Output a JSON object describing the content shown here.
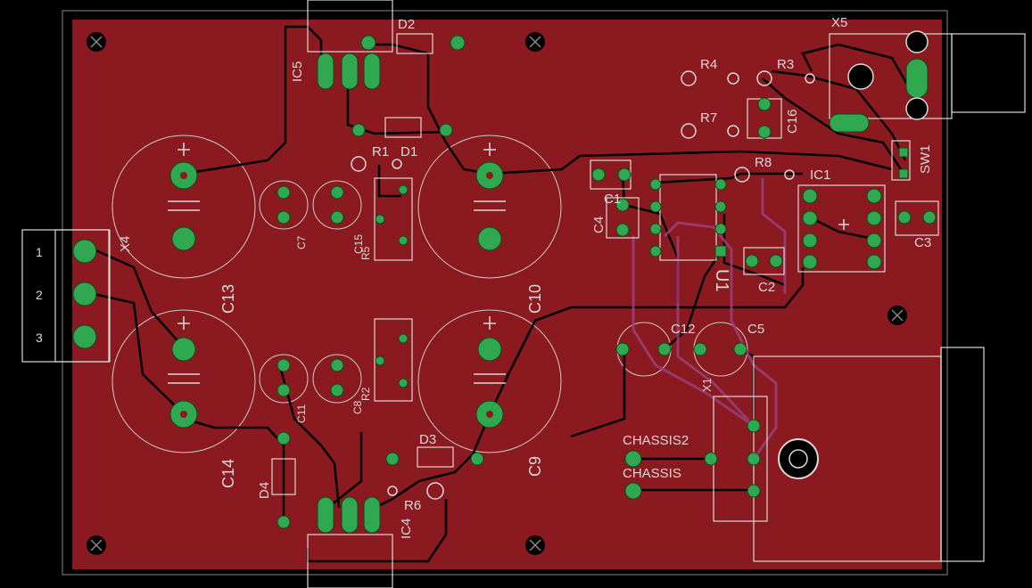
{
  "app": {
    "view": "EAGLE board layout"
  },
  "colors": {
    "background": "#000000",
    "board_fill": "#8a1a1f",
    "trace": "#000000",
    "pad": "#2fa84f",
    "silkscreen": "#d9d9d9",
    "bottom_trace": "#9c3f7a",
    "via": "#1e8a3e"
  },
  "labels": {
    "D2": "D2",
    "IC5": "IC5",
    "X5": "X5",
    "R4": "R4",
    "R3": "R3",
    "R7": "R7",
    "C16": "C16",
    "SW1": "SW1",
    "R1": "R1",
    "D1": "D1",
    "R8": "R8",
    "IC1": "IC1",
    "C1": "C1",
    "C4": "C4",
    "C3": "C3",
    "C2": "C2",
    "U1": "U1",
    "X4": "X4",
    "C7": "C7",
    "C15": "C15",
    "R5": "R5",
    "C13": "C13",
    "C10": "C10",
    "C12": "C12",
    "C5": "C5",
    "X1": "X1",
    "C14": "C14",
    "C11": "C11",
    "C8": "C8",
    "R2": "R2",
    "C9": "C9",
    "D3": "D3",
    "D4": "D4",
    "R6": "R6",
    "IC4": "IC4",
    "CHASSIS2": "CHASSIS2",
    "CHASSIS": "CHASSIS",
    "pin1": "1",
    "pin2": "2",
    "pin3": "3"
  }
}
